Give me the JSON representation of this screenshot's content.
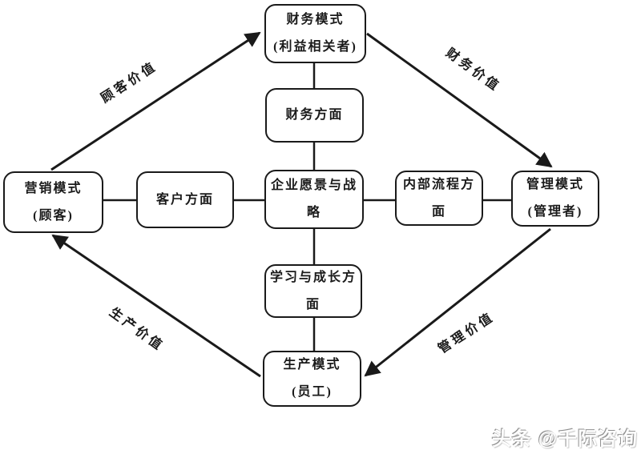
{
  "colors": {
    "stroke": "#1a1a1a",
    "background": "#ffffff"
  },
  "diagram": {
    "boxes": {
      "financial_model": {
        "title": "财务模式",
        "subtitle": "(利益相关者)"
      },
      "financial_aspect": {
        "title": "财务方面"
      },
      "customer_aspect": {
        "title": "客户方面"
      },
      "vision": {
        "title": "企业愿景与战略"
      },
      "internal_process_aspect": {
        "title": "内部流程方面"
      },
      "marketing_model": {
        "title": "营销模式",
        "subtitle": "(顾客)"
      },
      "management_model": {
        "title": "管理模式",
        "subtitle": "(管理者)"
      },
      "learning_growth_aspect": {
        "title": "学习与成长方面"
      },
      "production_model": {
        "title": "生产模式",
        "subtitle": "(员工)"
      }
    },
    "edge_labels": {
      "customer_value": "顾客价值",
      "financial_value": "财务价值",
      "production_value": "生产价值",
      "management_value": "管理价值"
    }
  },
  "watermark": {
    "text": "头条 @千际咨询"
  }
}
